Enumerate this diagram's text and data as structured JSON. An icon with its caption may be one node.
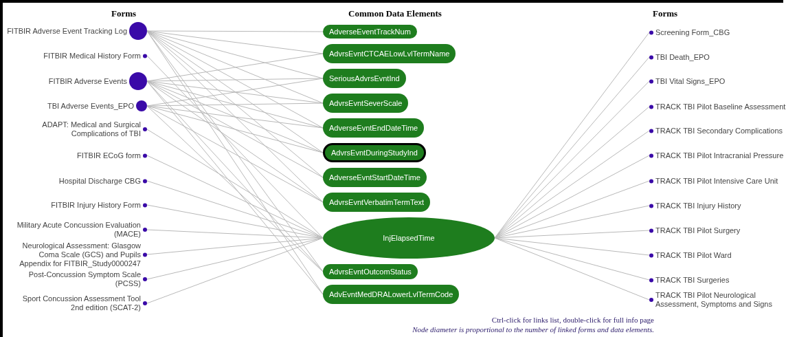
{
  "diagram": {
    "nodes": [
      {
        "text": [
          "FITBIR Adverse Event Tracking Log"
        ]
      },
      {
        "text": [
          "FITBIR Medical History Form"
        ]
      },
      {
        "text": [
          "FITBIR Adverse Events"
        ]
      },
      {
        "text": [
          "TBI Adverse Events_EPO"
        ]
      },
      {
        "text": [
          "ADAPT: Medical and Surgical Complications of TBI"
        ]
      },
      {
        "text": [
          "FITBIR ECoG form"
        ]
      },
      {
        "text": [
          "Hospital Discharge CBG"
        ]
      },
      {
        "text": [
          "FITBIR Injury History Form"
        ]
      },
      {
        "text": [
          "Military Acute Concussion Evaluation (MACE)"
        ]
      },
      {
        "text": [
          "Neurological Assessment: Glasgow Coma Scale (GCS) and Pupils Appendix for FITBIR_Study0000247"
        ]
      },
      {
        "text": [
          "Post-Concussion Symptom Scale (PCSS)"
        ]
      },
      {
        "text": [
          "Sport Concussion Assessment Tool 2nd edition (SCAT-2)"
        ]
      },
      {
        "text": [
          "AdverseEventTrackNum"
        ]
      },
      {
        "text": [
          "AdvrsEvntCTCAELowLvlTermName"
        ]
      },
      {
        "text": [
          "SeriousAdvrsEvntInd"
        ]
      },
      {
        "text": [
          "AdvrsEvntSeverScale"
        ]
      },
      {
        "text": [
          "AdverseEvntEndDateTime"
        ]
      },
      {
        "text": [
          "AdvrsEvntDuringStudyInd"
        ]
      },
      {
        "text": [
          "AdverseEvntStartDateTime"
        ]
      },
      {
        "text": [
          "AdvrsEvntVerbatimTermText"
        ]
      },
      {
        "text": [
          "InjElapsedTime"
        ]
      },
      {
        "text": [
          "AdvrsEvntOutcomStatus"
        ]
      },
      {
        "text": [
          "AdvEvntMedDRALowerLvlTermCode"
        ]
      },
      {
        "text": [
          "Screening Form_CBG"
        ]
      },
      {
        "text": [
          "TBI Death_EPO"
        ]
      },
      {
        "text": [
          "TBI Vital Signs_EPO"
        ]
      },
      {
        "text": [
          "TRACK TBI Pilot Baseline Assessment"
        ]
      },
      {
        "text": [
          "TRACK TBI Secondary Complications"
        ]
      },
      {
        "text": [
          "TRACK TBI Pilot Intracranial Pressure"
        ]
      },
      {
        "text": [
          "TRACK TBI Pilot Intensive Care Unit"
        ]
      },
      {
        "text": [
          "TRACK TBI Injury History"
        ]
      },
      {
        "text": [
          "TRACK TBI Pilot Surgery"
        ]
      },
      {
        "text": [
          "TRACK TBI Pilot Ward"
        ]
      },
      {
        "text": [
          "TRACK TBI Surgeries"
        ]
      },
      {
        "text": [
          "TRACK TBI Pilot Neurological Assessment, Symptoms and Signs"
        ]
      }
    ],
    "edges": [
      {
        "from": 0,
        "to": 12,
        "arrow": "none"
      },
      {
        "from": 0,
        "to": 13,
        "arrow": "none"
      },
      {
        "from": 0,
        "to": 14,
        "arrow": "none"
      },
      {
        "from": 0,
        "to": 15,
        "arrow": "none"
      },
      {
        "from": 0,
        "to": 16,
        "arrow": "none"
      },
      {
        "from": 0,
        "to": 17,
        "arrow": "none"
      },
      {
        "from": 0,
        "to": 18,
        "arrow": "none"
      },
      {
        "from": 0,
        "to": 19,
        "arrow": "none"
      },
      {
        "from": 0,
        "to": 21,
        "arrow": "none"
      },
      {
        "from": 0,
        "to": 22,
        "arrow": "none"
      },
      {
        "from": 1,
        "to": 20,
        "arrow": "none"
      },
      {
        "from": 2,
        "to": 13,
        "arrow": "none"
      },
      {
        "from": 2,
        "to": 14,
        "arrow": "none"
      },
      {
        "from": 2,
        "to": 15,
        "arrow": "none"
      },
      {
        "from": 2,
        "to": 16,
        "arrow": "none"
      },
      {
        "from": 2,
        "to": 17,
        "arrow": "none"
      },
      {
        "from": 2,
        "to": 18,
        "arrow": "none"
      },
      {
        "from": 2,
        "to": 19,
        "arrow": "none"
      },
      {
        "from": 2,
        "to": 21,
        "arrow": "none"
      },
      {
        "from": 2,
        "to": 22,
        "arrow": "none"
      },
      {
        "from": 3,
        "to": 14,
        "arrow": "none"
      },
      {
        "from": 3,
        "to": 15,
        "arrow": "none"
      },
      {
        "from": 3,
        "to": 16,
        "arrow": "none"
      },
      {
        "from": 3,
        "to": 17,
        "arrow": "none"
      },
      {
        "from": 3,
        "to": 19,
        "arrow": "none"
      },
      {
        "from": 3,
        "to": 21,
        "arrow": "none"
      },
      {
        "from": 4,
        "to": 20,
        "arrow": "none"
      },
      {
        "from": 5,
        "to": 20,
        "arrow": "none"
      },
      {
        "from": 6,
        "to": 20,
        "arrow": "none"
      },
      {
        "from": 7,
        "to": 20,
        "arrow": "none"
      },
      {
        "from": 8,
        "to": 20,
        "arrow": "none"
      },
      {
        "from": 9,
        "to": 20,
        "arrow": "none"
      },
      {
        "from": 10,
        "to": 20,
        "arrow": "none"
      },
      {
        "from": 11,
        "to": 20,
        "arrow": "none"
      },
      {
        "from": 20,
        "to": 23,
        "arrow": "none"
      },
      {
        "from": 20,
        "to": 24,
        "arrow": "none"
      },
      {
        "from": 20,
        "to": 25,
        "arrow": "none"
      },
      {
        "from": 20,
        "to": 26,
        "arrow": "none"
      },
      {
        "from": 20,
        "to": 27,
        "arrow": "none"
      },
      {
        "from": 20,
        "to": 28,
        "arrow": "none"
      },
      {
        "from": 20,
        "to": 29,
        "arrow": "none"
      },
      {
        "from": 20,
        "to": 30,
        "arrow": "none"
      },
      {
        "from": 20,
        "to": 31,
        "arrow": "none"
      },
      {
        "from": 20,
        "to": 32,
        "arrow": "none"
      },
      {
        "from": 20,
        "to": 33,
        "arrow": "none"
      },
      {
        "from": 20,
        "to": 34,
        "arrow": "none"
      }
    ],
    "labels": [
      "Forms",
      "Common Data Elements",
      "Forms",
      "Ctrl-click for links list, double-click for full info page",
      "Node diameter is proportional to the number of linked forms and data elements."
    ]
  }
}
